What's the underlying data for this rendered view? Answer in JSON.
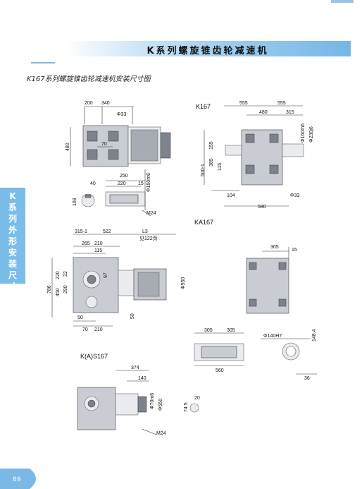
{
  "header": {
    "title": "K系列螺旋锥齿轮减速机",
    "page_number": "89"
  },
  "subtitle": "K167系列螺旋锥齿轮减速机安装尺寸图",
  "side_tab": {
    "chars": [
      "K",
      "系",
      "列",
      "外",
      "形",
      "安",
      "装",
      "尺",
      "寸"
    ]
  },
  "view_labels": {
    "k": "K167",
    "ka": "KA167",
    "kas": "K(A)S167"
  },
  "dims": {
    "top_200": "200",
    "top_340": "340",
    "phi33a": "Φ33",
    "d480a": "480",
    "d70": "70",
    "k_555a": "555",
    "k_555b": "555",
    "k_480": "480",
    "k_315": "315",
    "k_phi160": "Φ160m6",
    "k_phi230": "Φ230j6",
    "k_155": "155",
    "k_500": "500-1",
    "k_385": "385",
    "k_115": "115",
    "k_104": "104",
    "k_580": "580",
    "k_phi33": "Φ33",
    "s_250": "250",
    "s_220": "220",
    "s_15": "15",
    "s_phi150": "Φ150m6",
    "s_40": "40",
    "s_169": "169",
    "s_m24": "M24",
    "f_315": "315-1",
    "f_522": "522",
    "f_l3": "L3",
    "f_note": "见122页",
    "f_265": "265",
    "f_210": "210",
    "f_115": "115",
    "f_97": "97",
    "f_786": "786",
    "f_450": "450",
    "f_290": "290",
    "f_220": "220",
    "f_22": "22",
    "f_phi550": "Φ550",
    "f_50a": "50",
    "f_50b": "50",
    "f_70": "70",
    "f_210b": "210",
    "ka_305": "305",
    "ka_15": "15",
    "ka_305a": "305",
    "ka_305b": "305",
    "ka_560": "560",
    "ka_phi140": "Φ140H7",
    "ka_148": "148.4",
    "ka_36": "36",
    "s3_374": "374",
    "s3_140": "140",
    "s3_phi70": "Φ70m6",
    "s3_phi550": "Φ550",
    "s3_20": "20",
    "s3_74": "74.5",
    "s3_m24": "M24"
  }
}
